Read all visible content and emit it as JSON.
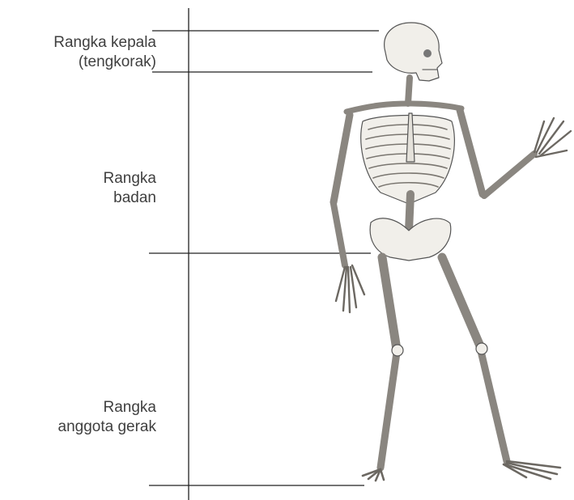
{
  "labels": {
    "head": {
      "line1": "Rangka kepala",
      "line2": "(tengkorak)"
    },
    "trunk": {
      "line1": "Rangka",
      "line2": "badan"
    },
    "limbs": {
      "line1": "Rangka",
      "line2": "anggota gerak"
    }
  },
  "illustration": {
    "subject": "human-skeleton-figure"
  }
}
